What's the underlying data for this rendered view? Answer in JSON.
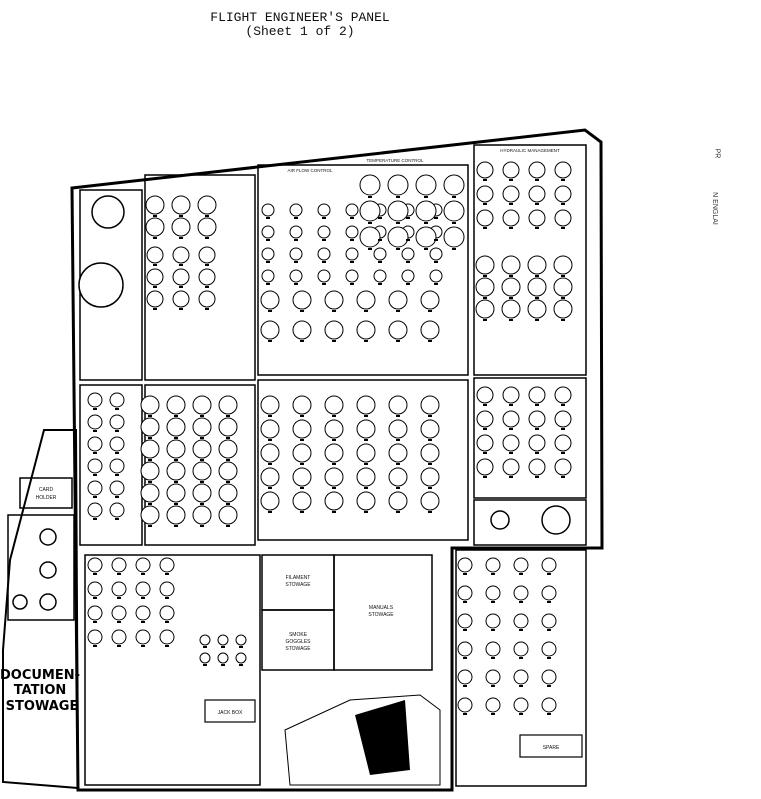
{
  "title": "FLIGHT ENGINEER'S PANEL",
  "subtitle": "(Sheet 1 of 2)",
  "panels": {
    "temperature_control": "TEMPERATURE CONTROL",
    "air_flow_control": "AIR FLOW CONTROL",
    "hydraulic_management": "HYDRAULIC MANAGEMENT",
    "card_holder_line1": "CARD",
    "card_holder_line2": "HOLDER",
    "filament_stowage_line1": "FILAMENT",
    "filament_stowage_line2": "STOWAGE",
    "manuals_stowage_line1": "MANUALS",
    "manuals_stowage_line2": "STOWAGE",
    "smoke_goggles_line1": "SMOKE",
    "smoke_goggles_line2": "GOGGLES",
    "smoke_goggles_line3": "STOWAGE",
    "jack_box": "JACK BOX",
    "spare": "SPARE",
    "documentation_line1": "DOCUMEN-",
    "documentation_line2": "TATION",
    "documentation_line3": "STOWAGE"
  },
  "margin_notes": {
    "note1": "PR",
    "note2": "N ENGLAI"
  }
}
